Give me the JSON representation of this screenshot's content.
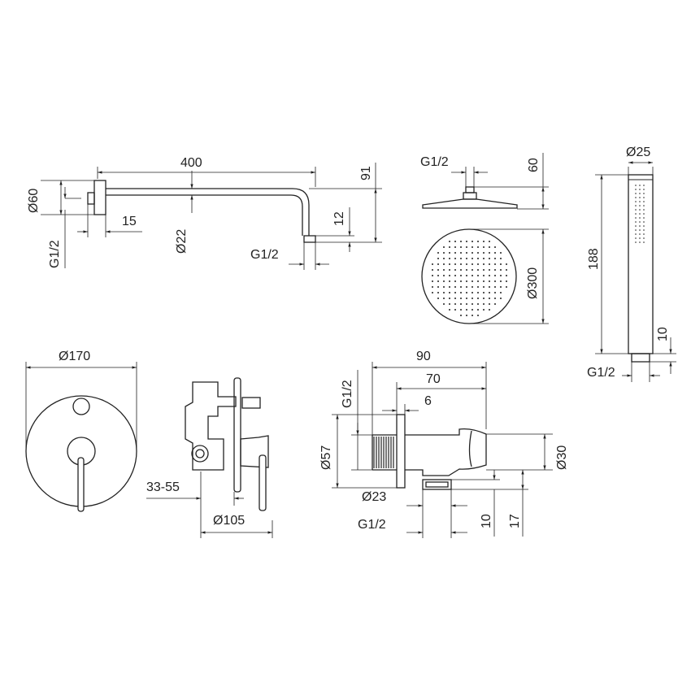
{
  "shower_arm": {
    "length": "400",
    "flange_dia": "Ø60",
    "flange_depth": "15",
    "pipe_dia": "Ø22",
    "drop": "91",
    "outlet_len": "12",
    "thread_inlet": "G1/2",
    "thread_outlet": "G1/2"
  },
  "shower_head": {
    "thread": "G1/2",
    "height": "60",
    "diameter": "Ø300"
  },
  "hand_shower": {
    "diameter": "Ø25",
    "length": "188",
    "thread_len": "10",
    "thread": "G1/2"
  },
  "mixer": {
    "cover_dia": "Ø170",
    "wall_depth": "33-55",
    "body_dia": "Ø105"
  },
  "wall_outlet": {
    "total": "90",
    "holder": "70",
    "offset": "6",
    "thread_in": "G1/2",
    "flange_dia": "Ø57",
    "outlet_dia": "Ø23",
    "thread_out": "G1/2",
    "holder_dia": "Ø30",
    "outlet_h1": "10",
    "outlet_h2": "17"
  }
}
